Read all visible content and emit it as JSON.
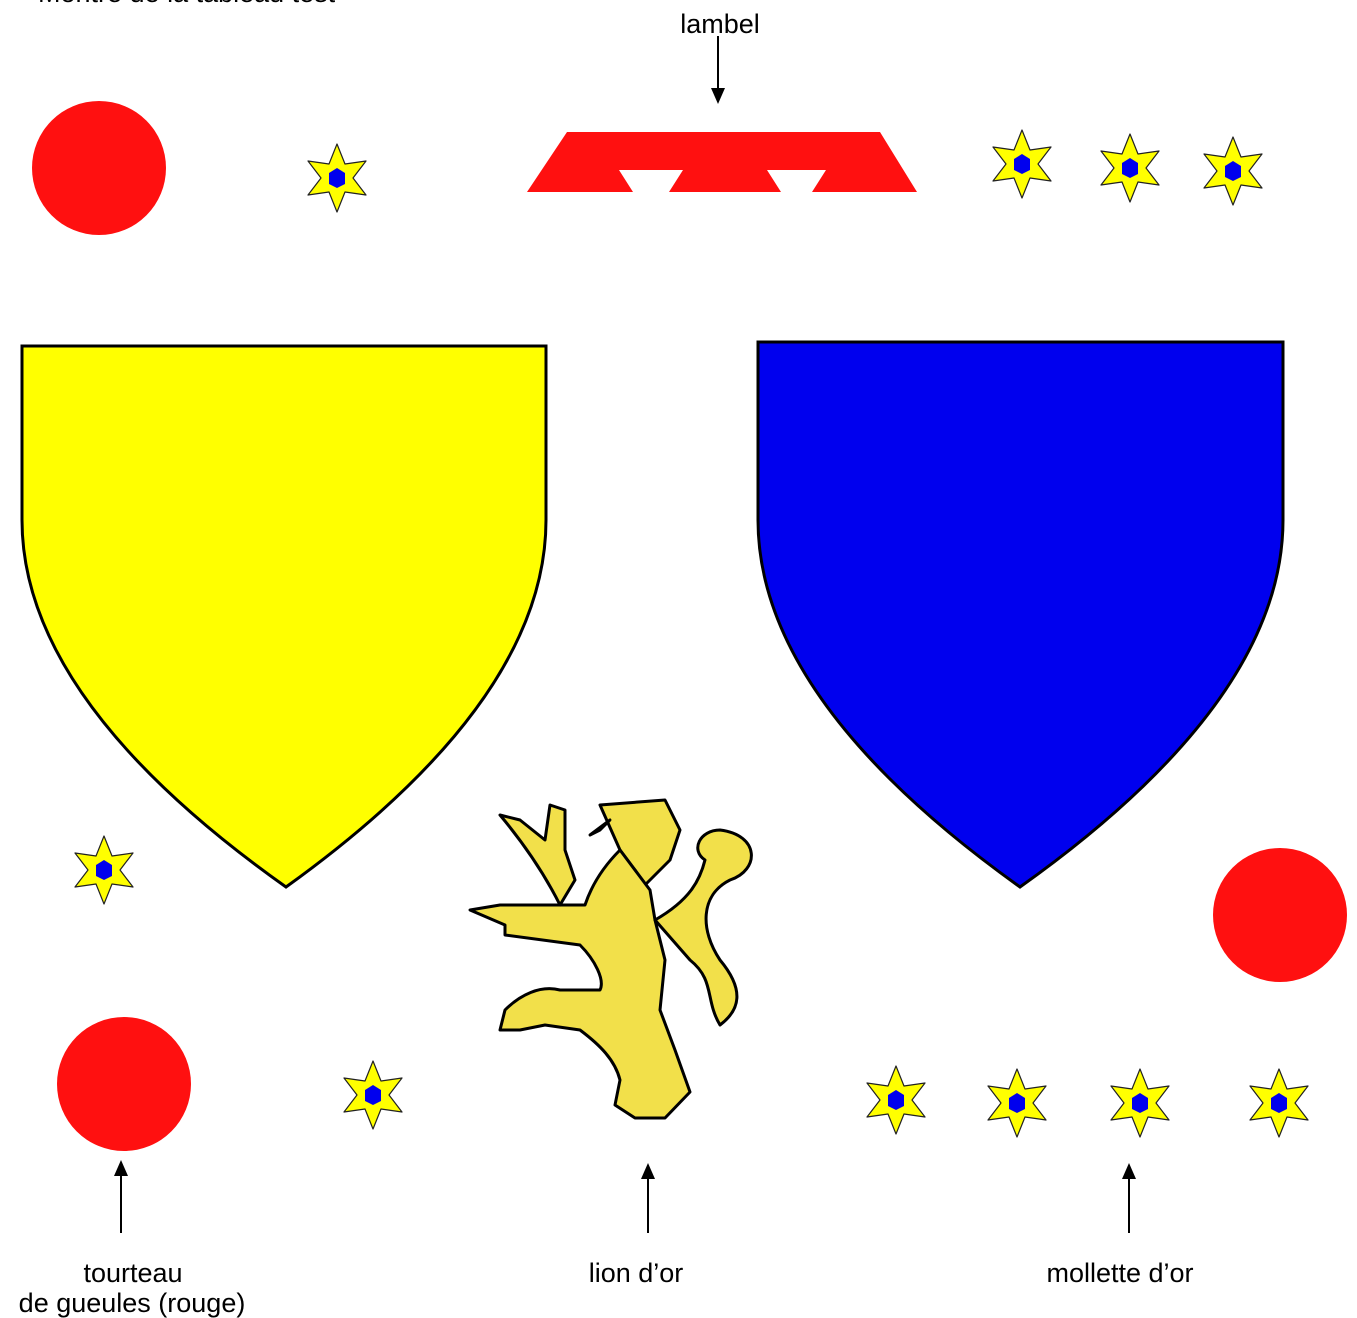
{
  "labels": {
    "top_cropped": "Montre de la tableau test",
    "lambel": "lambel",
    "tourteau_line1": "tourteau",
    "tourteau_line2": "de gueules (rouge)",
    "lion": "lion d’or",
    "mollette": "mollette d’or"
  },
  "colors": {
    "gueules_red": "#ff1010",
    "or_yellow": "#ffff00",
    "azur_blue": "#0000ee",
    "lion_gold": "#f2e04a",
    "outline": "#000000"
  },
  "charges": {
    "shield_left": "shield-or",
    "shield_right": "shield-azur",
    "lambel": "lambel-gueules",
    "tourteau": "tourteau-gueules",
    "mollette": "mollette-or",
    "lion": "lion-rampant-or"
  }
}
